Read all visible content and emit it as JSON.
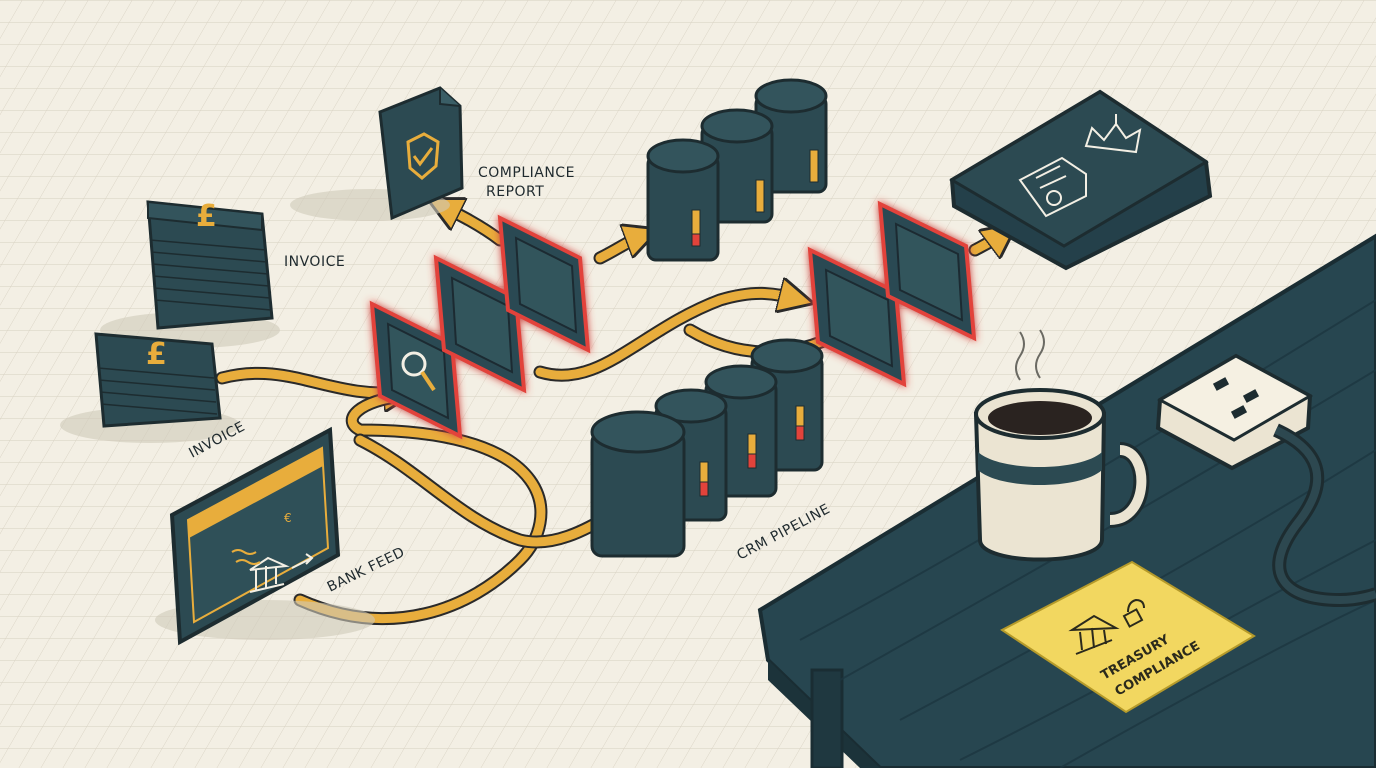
{
  "labels": {
    "invoice_top": "INVOICE",
    "invoice_bottom": "INVOICE",
    "bank_feed": "BANK FEED",
    "compliance_report_1": "COMPLIANCE",
    "compliance_report_2": "REPORT",
    "crm_pipeline": "CRM PIPELINE"
  },
  "note": {
    "line1": "TREASURY",
    "line2": "COMPLIANCE"
  },
  "icons": {
    "invoice": "pound-sign-icon",
    "bank": "bank-building-icon",
    "inspect": "magnifier-icon",
    "report": "shield-check-icon",
    "crown": "crown-icon",
    "certificate": "certificate-icon"
  },
  "colors": {
    "background": "#f3efe4",
    "device": "#2c4a52",
    "flow": "#e8ad3c",
    "alert_glow": "#e2433b",
    "desk": "#274650",
    "note": "#f2d760"
  }
}
